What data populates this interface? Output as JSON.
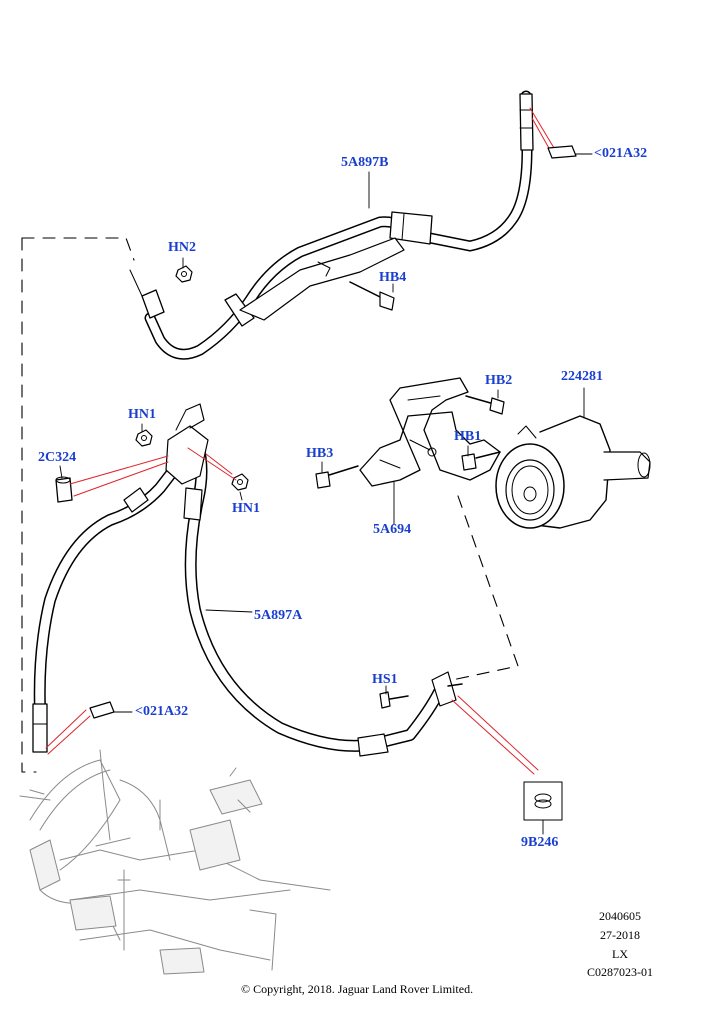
{
  "callouts": {
    "ref_021a32_top": "<021A32",
    "hose_5a897b": "5A897B",
    "hn2": "HN2",
    "hb4": "HB4",
    "hb2": "HB2",
    "pump_224281": "224281",
    "hn1_upper": "HN1",
    "hb1": "HB1",
    "hb3": "HB3",
    "clip_2c324": "2C324",
    "hn1_lower": "HN1",
    "bracket_5a694": "5A694",
    "hose_5a897a": "5A897A",
    "hs1": "HS1",
    "ref_021a32_bottom": "<021A32",
    "oring_9b246": "9B246"
  },
  "drawing_info": {
    "line1": "2040605",
    "line2": "27-2018",
    "line3": "LX",
    "line4": "C0287023-01"
  },
  "copyright": "© Copyright, 2018. Jaguar Land Rover Limited.",
  "colors": {
    "callout_text": "#1a3fcf",
    "leader_red": "#e0242a",
    "line_art": "#000000"
  }
}
